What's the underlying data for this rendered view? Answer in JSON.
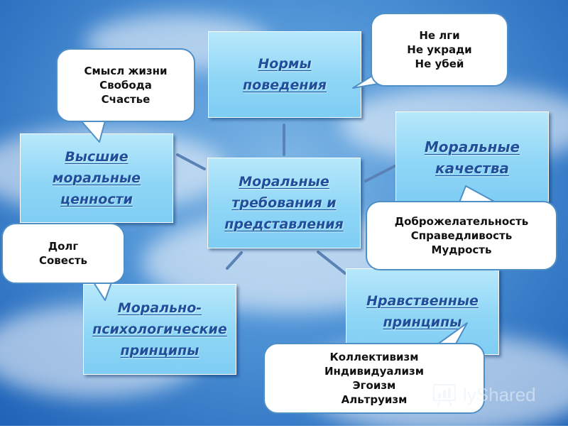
{
  "center": {
    "label": "Моральные\nтребования и\nпредставления"
  },
  "nodes": {
    "norms": "Нормы\nповедения",
    "values": "Высшие\nморальные\nценности",
    "qualities": "Моральные\nкачества",
    "psych": "Морально-\nпсихологические\nпринципы",
    "principles": "Нравственные\nпринципы"
  },
  "callouts": {
    "norms": "Не лги\nНе укради\nНе убей",
    "values": "Смысл жизни\nСвобода\nСчастье",
    "qualities": "Доброжелательность\nСправедливость\nМудрость",
    "psych": "Долг\nСовесть",
    "principles": "Коллективизм\nИндивидуализм\nЭгоизм\nАльтруизм"
  },
  "watermark": {
    "text": "lyShared",
    "icon": "chart-board-icon"
  },
  "colors": {
    "box_text": "#1f4f9a",
    "box_fill": "#9adbf7",
    "callout_border": "#4f8fc8"
  }
}
